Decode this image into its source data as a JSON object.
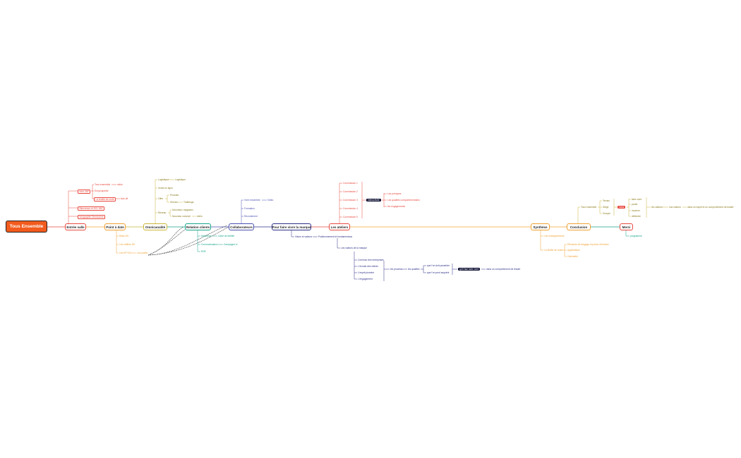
{
  "root": "Tous Ensemble",
  "main_nodes": {
    "entree_salle": "Entrée salle",
    "point_date": "Point à date",
    "omnicanalite": "Omnicanalité",
    "relation_clients": "Relation clients",
    "collaborateurs": "Collaborateurs",
    "faire_vivre": "Pour faire vivre la marque",
    "ateliers": "Les ateliers",
    "synthese": "Synthèse",
    "conclusion": "Conclusion",
    "merci": "Merci"
  },
  "labels": {
    "intro_jaf": "Intro JAF",
    "tous_ensemble": "Tous ensemble",
    "vide": "vidéo",
    "encyclopedie": "Encyclopédie",
    "feuille_route": "La feuille de route",
    "kick_off": "kick off",
    "bienvenue": "Bienvenue et SCL MIC",
    "infographie": "Infographie Omnicolore",
    "ratio_2n": "Ratio 2N",
    "chiffres_2n": "Les chiffres 2N",
    "kpi": "Les KPI 2N",
    "les_points": "Les points",
    "logistique": "Logistique",
    "logistique2": "Logistique",
    "vente_ligne": "Vente en ligne",
    "offre": "Offre",
    "produits": "Produits",
    "service": "Service",
    "s_tract": "Traiteluge",
    "reseau": "Réseau",
    "nouveaux_magasins": "Nouveaux magasins",
    "nouveau_concept": "Nouveau concept",
    "vide2": "vidéo",
    "marketing": "Marketing",
    "carte_fidelite": "Carte de fidélité",
    "communication": "Communication",
    "campagne": "Campagne tv",
    "rse": "RSE",
    "vivre_ensemble": "Vivre ensemble",
    "video3": "Vidéo",
    "formation": "Formation",
    "recrutement": "Recrutement",
    "vision_valeurs": "Vision et valeurs",
    "positionnement": "Positionnement et fondamentaux",
    "valeurs_marque": "Les valeurs de la marque",
    "commun": "Commun des entreprises",
    "ecoute": "L'écoute des clients",
    "esprit": "L'esprit pionnier",
    "engagement": "L'engagement",
    "les_process": "les process",
    "les_qualites": "les qualités",
    "qui_doit": "que l'on doit posséder",
    "qui_acquerir": "que l'on peut acquérir",
    "quil_faut": "qu'il faut faire vivre",
    "comportement": "dans un comportement de leader",
    "commission1": "Commission 1",
    "commission2": "Commission 2",
    "commission3": "Commission 3",
    "commission4": "Commission 4",
    "commission5": "Commission 5",
    "interactivite": "interactivité",
    "principes": "Les principes",
    "qualites_comp": "Les qualités comportementales",
    "engagements": "les engagements",
    "enseignements": "Les enseignements",
    "feuille_route2": "La feuille de route",
    "elements_langage": "Éléments de langage et police d'écriture",
    "applications": "Applications",
    "calendrier": "Calendrier",
    "tous_ensemble2": "Tous ensemble",
    "terrain": "Terrain",
    "siege": "Siège",
    "groupe": "Groupe",
    "nous": "nous",
    "faire_vivre2": "faire vivre",
    "porter": "porter",
    "incarner": "incarner",
    "defendre": "défendre",
    "nos_valeurs": "les valeurs",
    "nos_valeurs2": "nos valeurs",
    "leader": "dans un esprit et un comportement de leader",
    "programme": "programme"
  },
  "colors": {
    "root": "#f25b1d",
    "red": "#e8493f",
    "orange": "#f0a032",
    "yellow": "#c9b53a",
    "teal": "#17a58a",
    "indigo": "#4a4fb0",
    "navy": "#2c2f86",
    "dark": "#0e1033"
  }
}
